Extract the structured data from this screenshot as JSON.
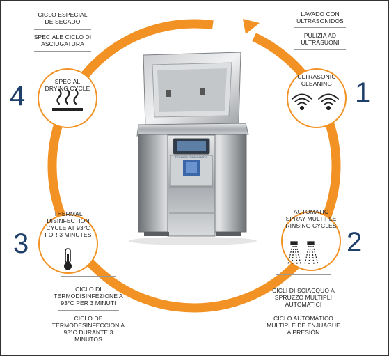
{
  "colors": {
    "ring": "#f39224",
    "number": "#1f3f6b",
    "text": "#222222",
    "outline": "#333333"
  },
  "steps": [
    {
      "number": "1",
      "icon": "ultrasonic-waves-icon",
      "label": "ULTRASONIC CLEANING",
      "captions": [
        "LAVADO CON ULTRASONIDOS",
        "PULIZIA AD ULTRASUONI"
      ]
    },
    {
      "number": "2",
      "icon": "spray-nozzles-icon",
      "label": "AUTOMATIC SPRAY MULTIPLE RINSING CYCLES",
      "captions": [
        "CICLI DI SCIACQUO A SPRUZZO MULTIPLI AUTOMATICI",
        "CICLO AUTOMÁTICO MULTIPLE DE ENJUAGUE A PRESIÓN"
      ]
    },
    {
      "number": "3",
      "icon": "thermometer-icon",
      "label": "THERMAL DISINFECTION CYCLE AT 93°C FOR 3 MINUTES",
      "captions": [
        "CICLO DI TERMODISINFEZIONE A 93°C PER 3 MINUTI",
        "CICLO DE TERMODESINFECCIÓN A 93°C DURANTE 3 MINUTOS"
      ]
    },
    {
      "number": "4",
      "icon": "heat-drying-icon",
      "label": "SPECIAL DRYING CYCLE",
      "captions": [
        "CICLO ESPECIAL DE SECADO",
        "SPECIALE CICLO DI ASCIUGATURA"
      ]
    }
  ],
  "machine": {
    "brand": "TECNICA TERMOMATIC"
  }
}
